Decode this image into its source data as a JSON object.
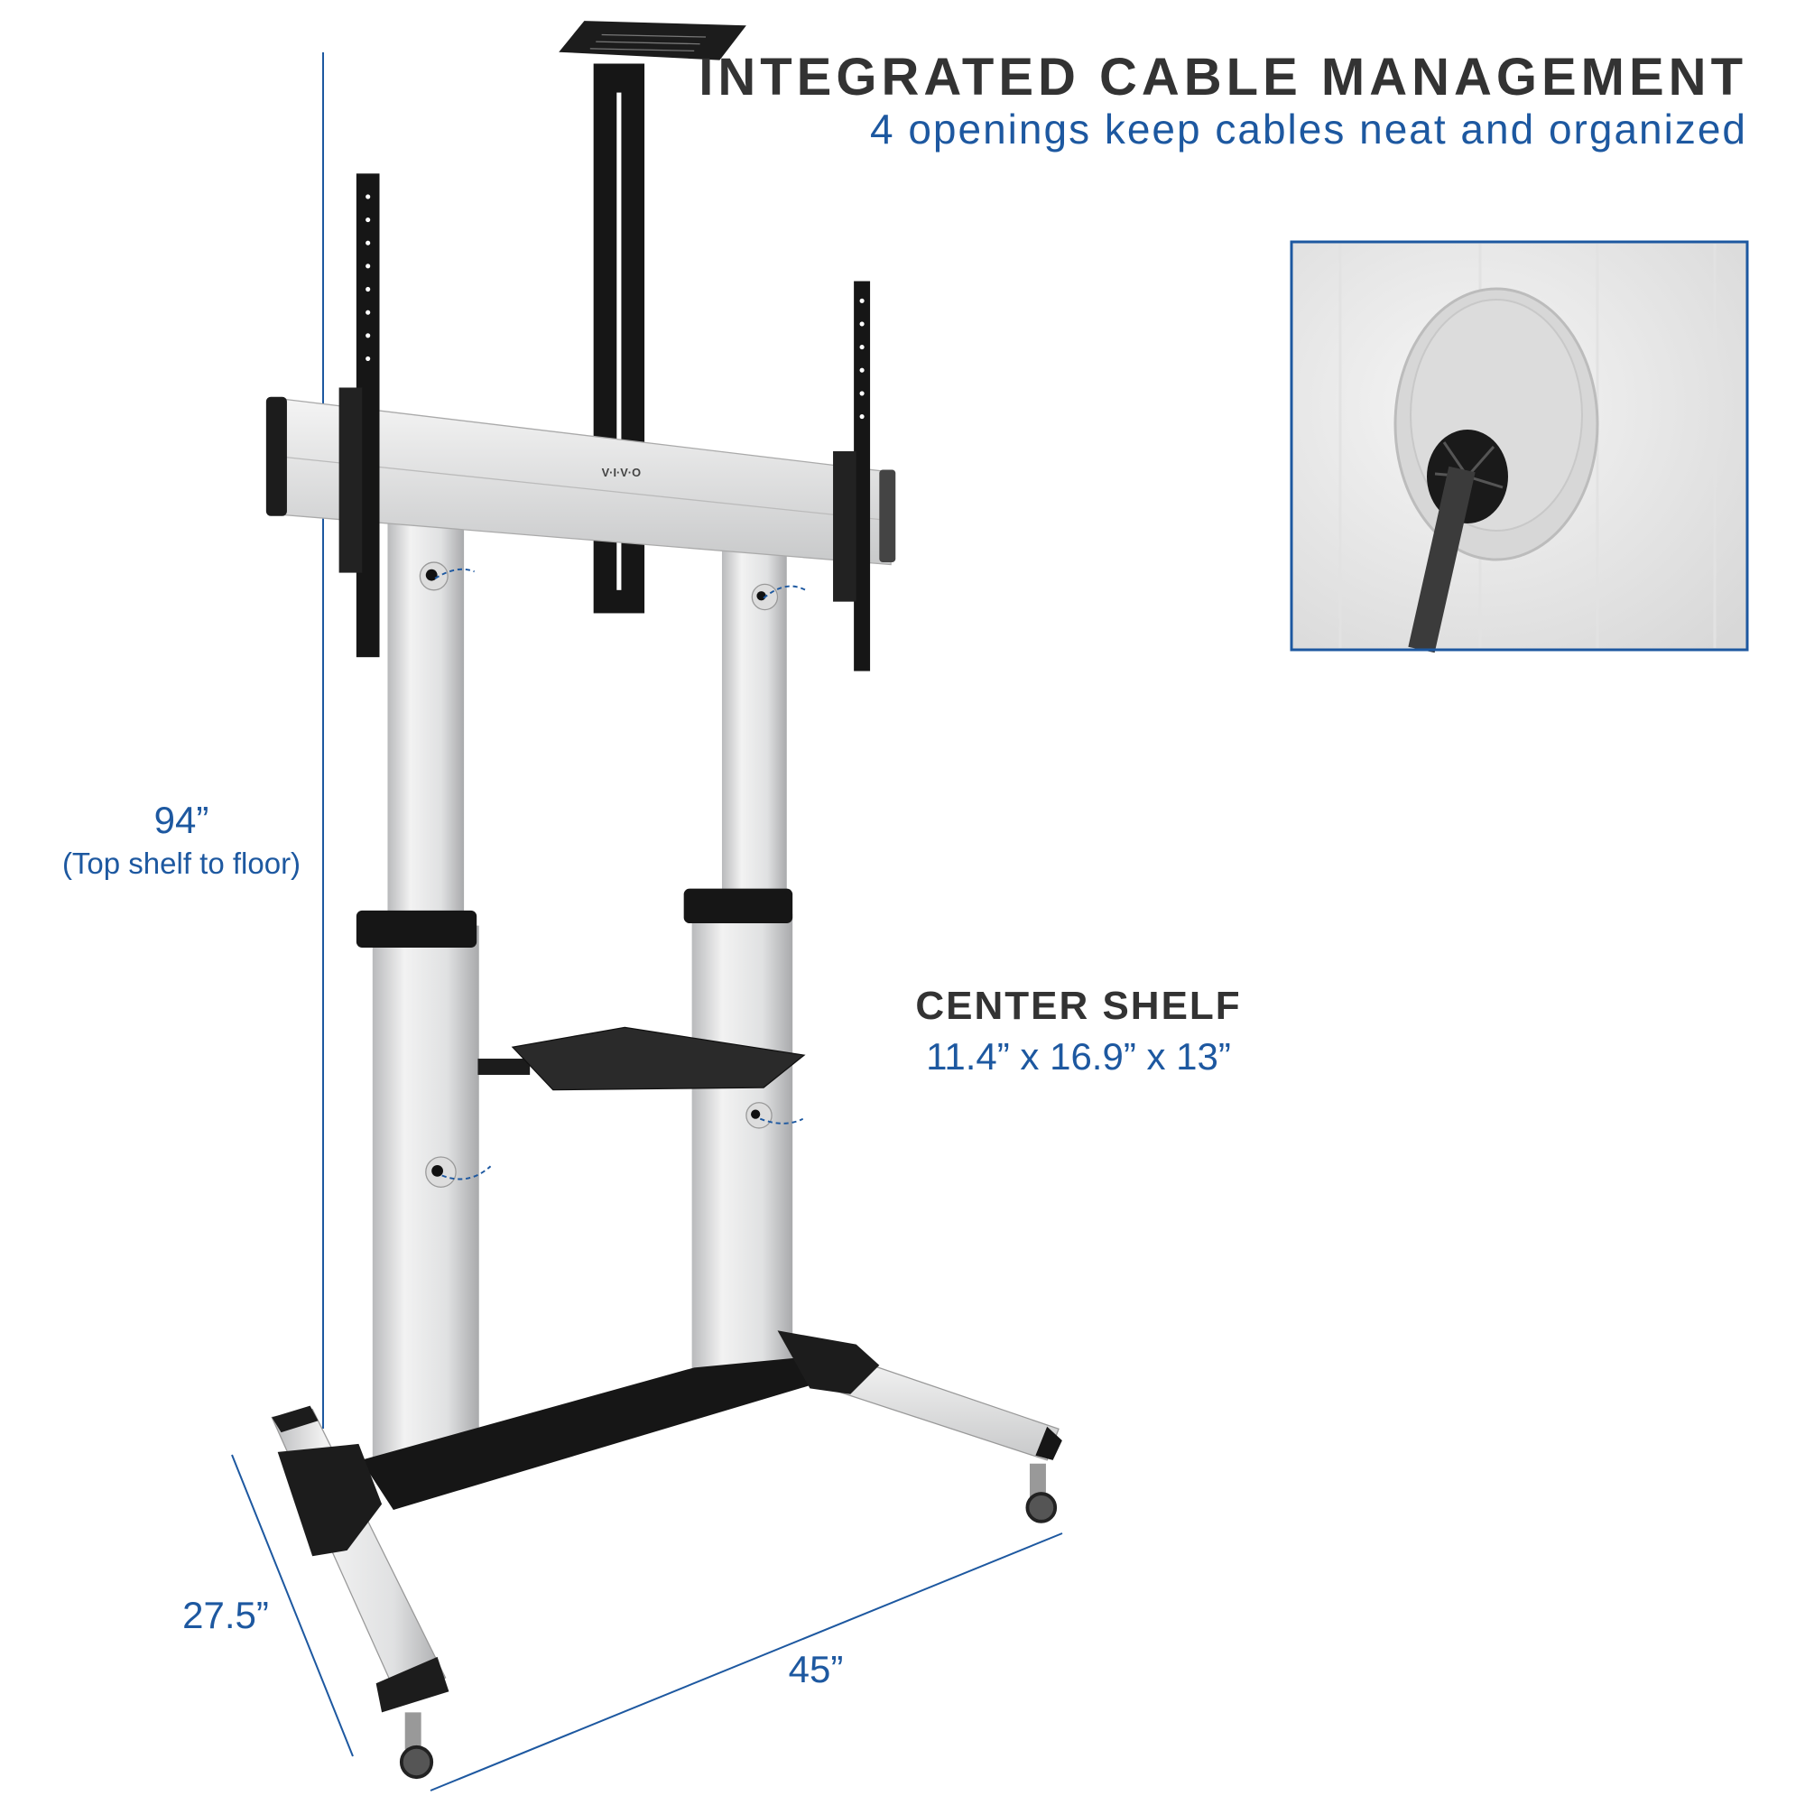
{
  "header": {
    "title": "INTEGRATED CABLE MANAGEMENT",
    "subtitle": "4 openings keep cables neat and organized"
  },
  "dimensions": {
    "height": "94”",
    "height_note": "(Top shelf to floor)",
    "depth": "27.5”",
    "width": "45”"
  },
  "center_shelf": {
    "title": "CENTER SHELF",
    "dims": "11.4” x 16.9” x 13”"
  },
  "brand_logo": "VIVO",
  "colors": {
    "accent_blue": "#1d58a0",
    "title_gray": "#333333",
    "frame_black": "#1a1a1a",
    "aluminum": "#d9dadb"
  }
}
